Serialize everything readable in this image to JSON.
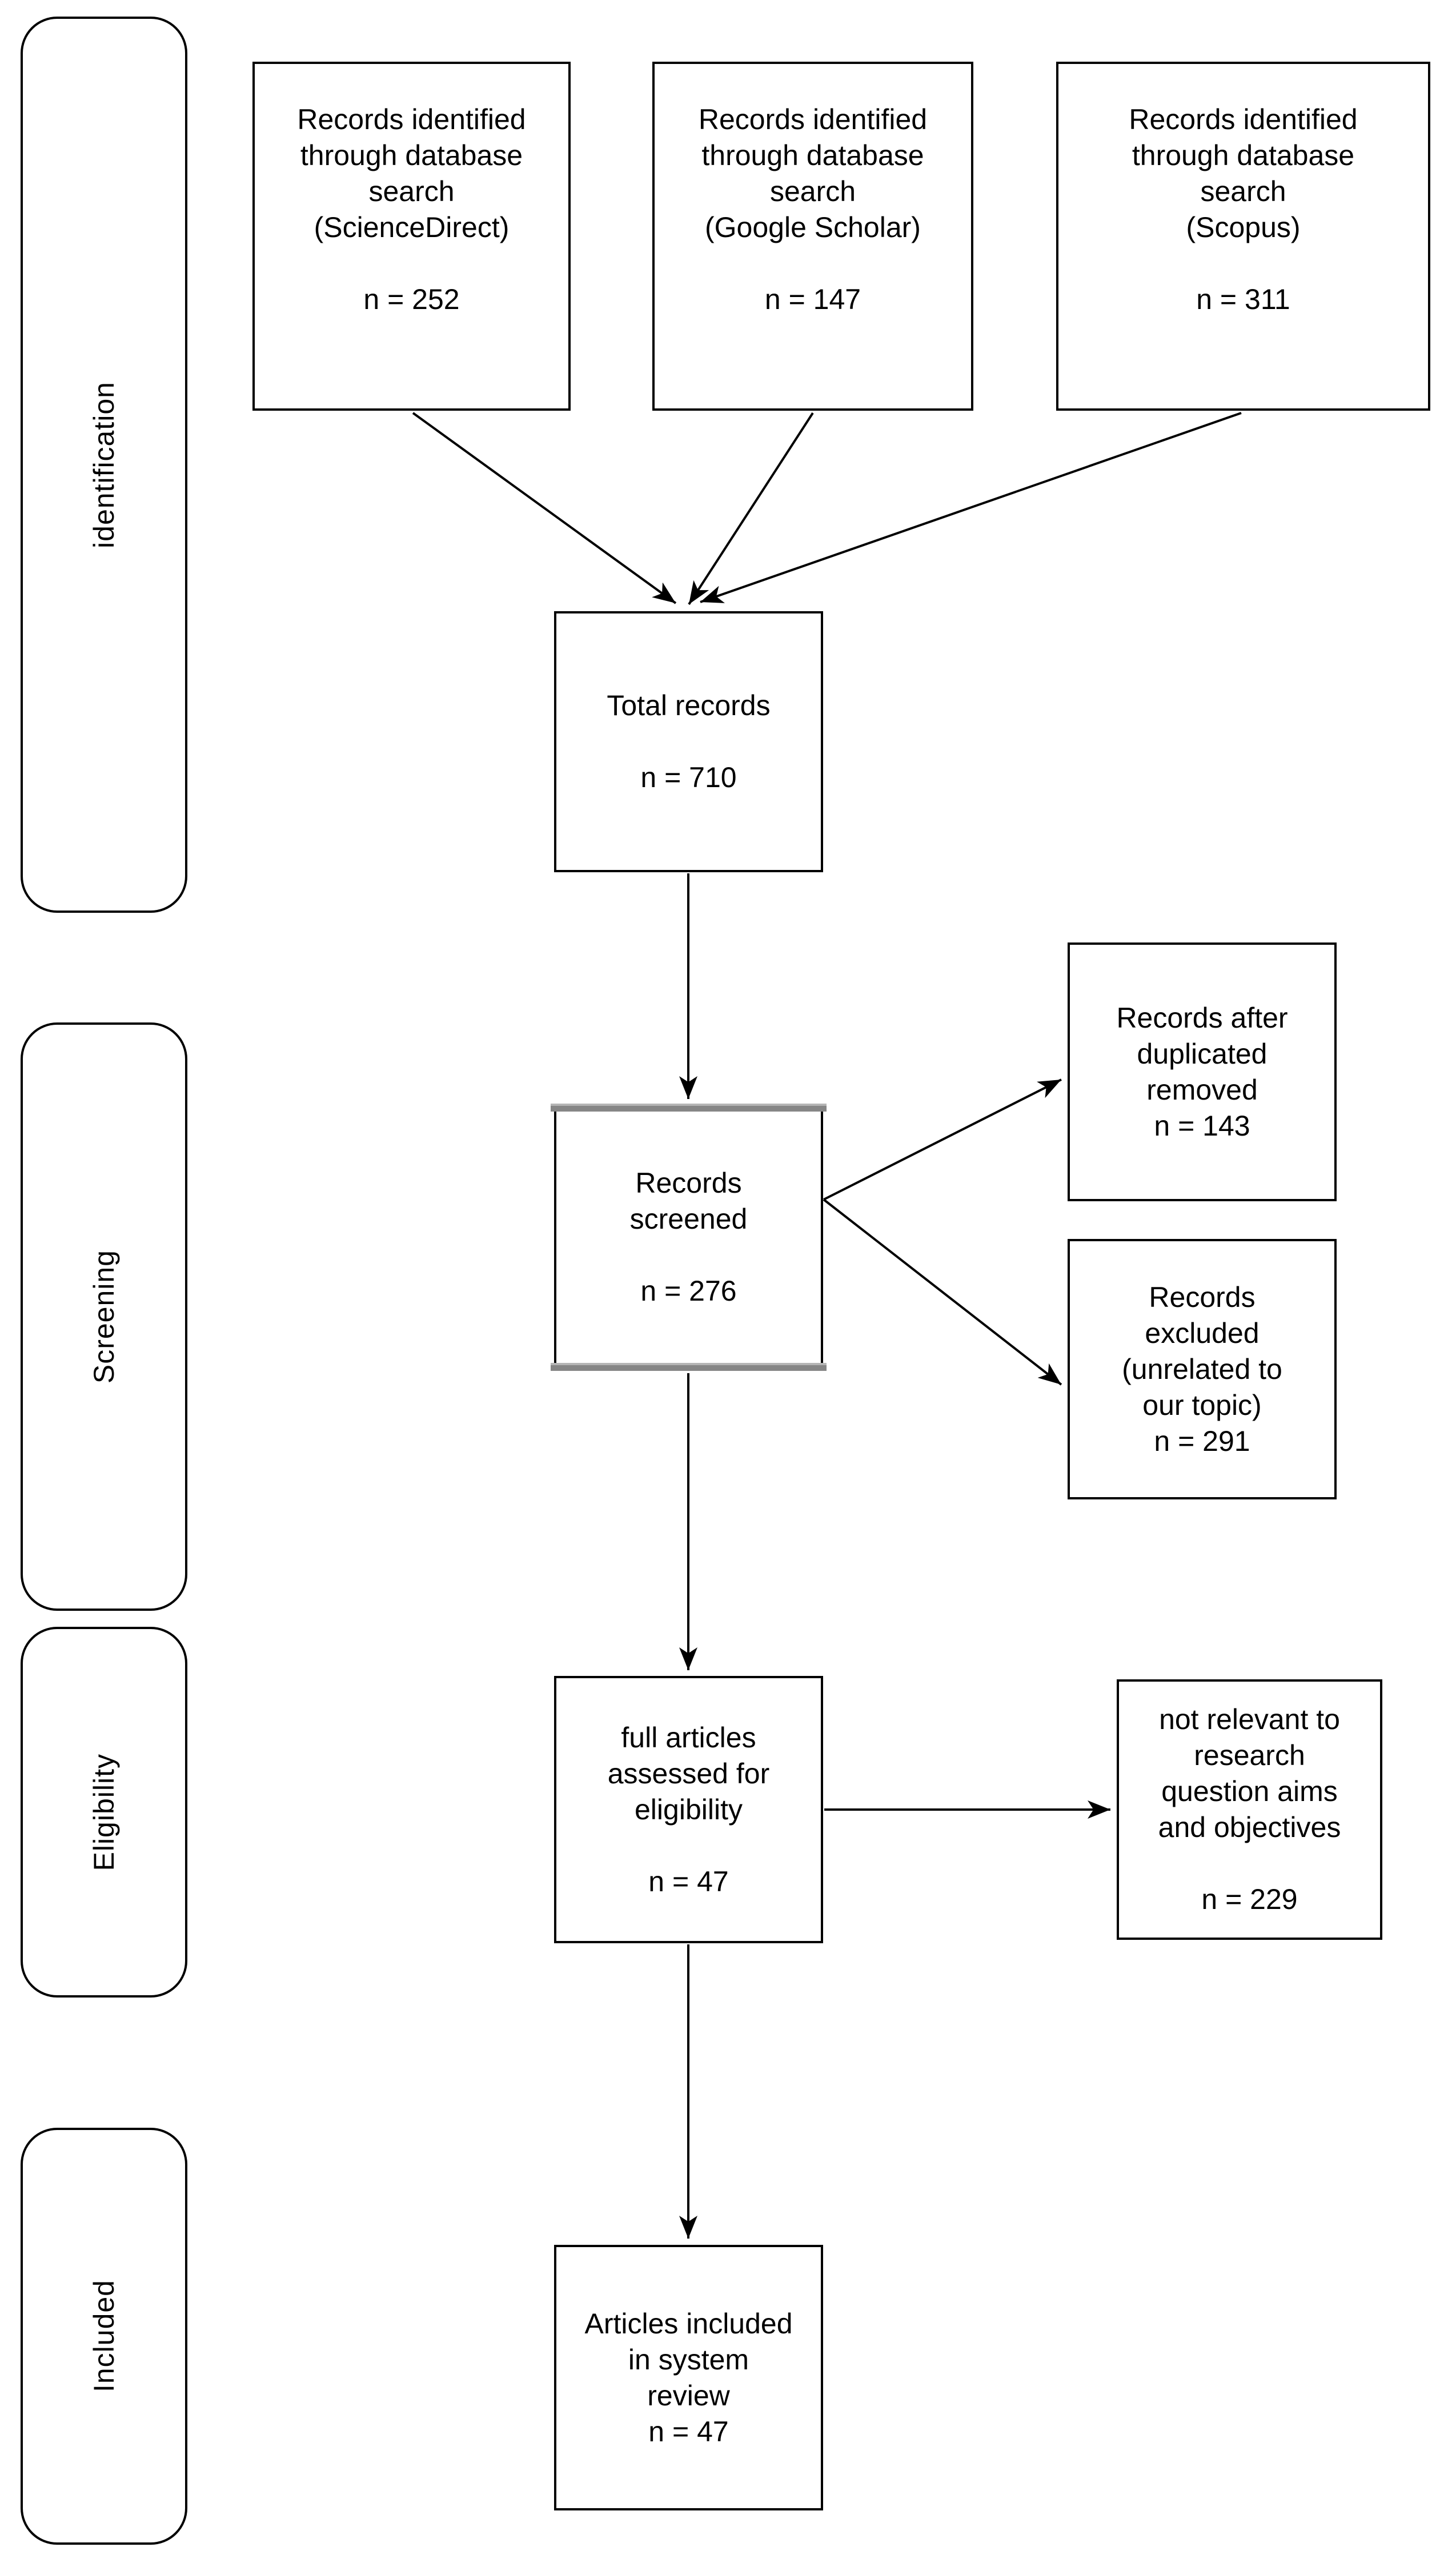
{
  "diagram": {
    "background_color": "#ffffff",
    "stroke_color": "#000000",
    "screened_accent_color": "#8a8a8a",
    "stages": [
      {
        "label": "identification"
      },
      {
        "label": "Screening"
      },
      {
        "label": "Eligibility"
      },
      {
        "label": "Included"
      }
    ],
    "nodes": {
      "sciencedirect": {
        "label": "Records identified\nthrough database\nsearch\n(ScienceDirect)",
        "n": "n = 252"
      },
      "google_scholar": {
        "label": "Records identified\nthrough database\nsearch\n(Google Scholar)",
        "n": "n = 147"
      },
      "scopus": {
        "label": "Records identified\nthrough database\nsearch\n(Scopus)",
        "n": "n = 311"
      },
      "total_records": {
        "label": "Total records",
        "n": "n = 710"
      },
      "records_screened": {
        "label": "Records\nscreened",
        "n": "n = 276"
      },
      "duplicates_removed": {
        "label": "Records after\nduplicated\nremoved",
        "n": "n = 143"
      },
      "records_excluded": {
        "label": "Records\nexcluded\n(unrelated to\nour topic)",
        "n": "n = 291"
      },
      "full_articles": {
        "label": "full articles\nassessed for\neligibility",
        "n": "n = 47"
      },
      "not_relevant": {
        "label": "not relevant to\nresearch\nquestion aims\nand objectives",
        "n": "n = 229"
      },
      "articles_included": {
        "label": "Articles included\nin system\nreview",
        "n": "n = 47"
      }
    }
  }
}
